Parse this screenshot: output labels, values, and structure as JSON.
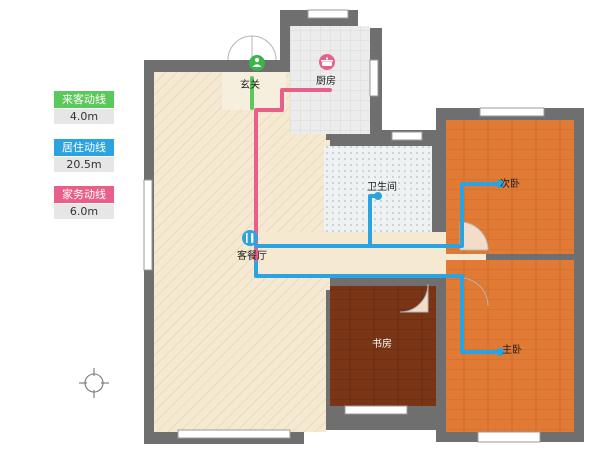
{
  "legend": [
    {
      "label": "来客动线",
      "value": "4.0m",
      "color": "#5ac85a"
    },
    {
      "label": "居住动线",
      "value": "20.5m",
      "color": "#2aa3e0"
    },
    {
      "label": "家务动线",
      "value": "6.0m",
      "color": "#e8608a"
    }
  ],
  "rooms": {
    "entrance": "玄关",
    "kitchen": "厨房",
    "bathroom": "卫生间",
    "second_bedroom": "次卧",
    "living_dining": "客餐厅",
    "study": "书房",
    "master_bedroom": "主卧"
  },
  "colors": {
    "wall": "#6f6f6f",
    "living_floor": "#f5e9d2",
    "bedroom_floor": "#e07a34",
    "study_floor": "#7a3416",
    "tile_floor": "#e9e9e9",
    "guest_line": "#5ac85a",
    "living_line": "#2aa3e0",
    "chore_line": "#e8608a"
  },
  "icons": [
    "person-icon",
    "pot-icon",
    "dining-icon",
    "compass-icon"
  ]
}
